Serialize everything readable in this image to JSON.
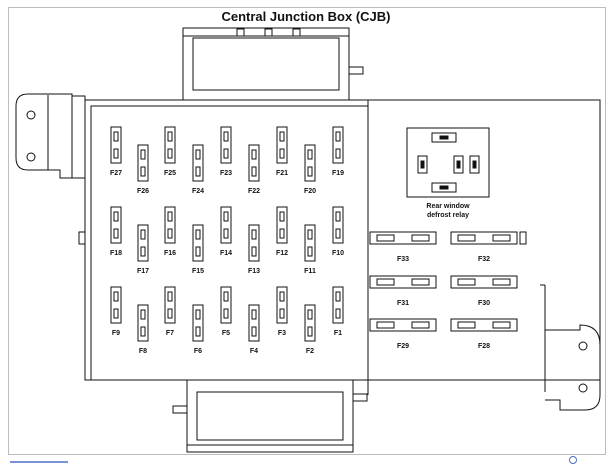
{
  "title": "Central Junction Box (CJB)",
  "relay": {
    "label_line1": "Rear window",
    "label_line2": "defrost relay"
  },
  "fuses_small": [
    "F27",
    "F26",
    "F25",
    "F24",
    "F23",
    "F22",
    "F21",
    "F20",
    "F19",
    "F18",
    "F17",
    "F16",
    "F15",
    "F14",
    "F13",
    "F12",
    "F11",
    "F10",
    "F9",
    "F8",
    "F7",
    "F6",
    "F5",
    "F4",
    "F3",
    "F2",
    "F1"
  ],
  "fuses_large": [
    "F33",
    "F32",
    "F31",
    "F30",
    "F29",
    "F28"
  ],
  "colors": {
    "line": "#111111",
    "frame": "#bdbdbd",
    "accent": "#4a6fc9"
  }
}
